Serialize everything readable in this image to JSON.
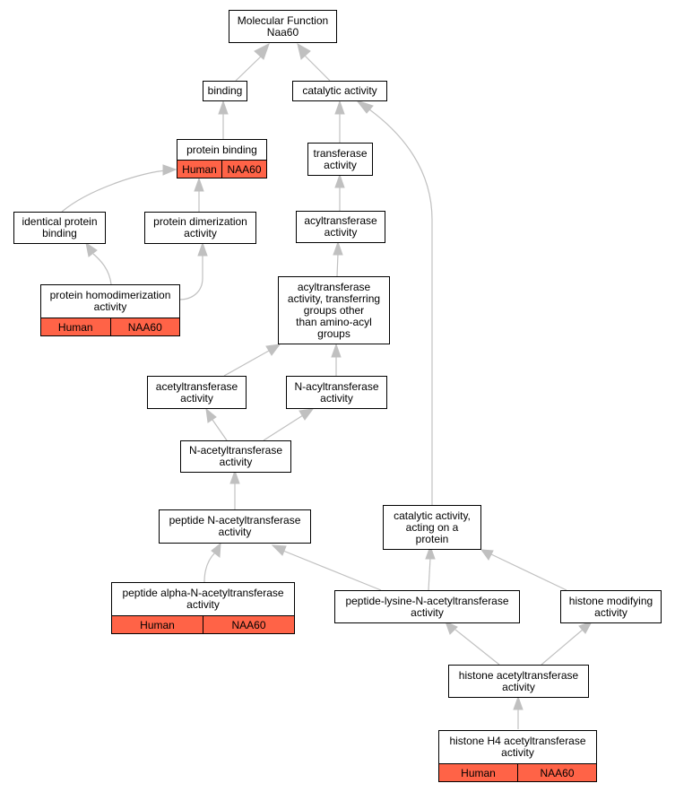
{
  "colors": {
    "annotation": "#ff6347",
    "edge": "#c0c0c0"
  },
  "nodes": {
    "mf": {
      "label": "Molecular Function\nNaa60"
    },
    "binding": {
      "label": "binding"
    },
    "catalytic": {
      "label": "catalytic activity"
    },
    "protein_binding": {
      "label": "protein binding",
      "annotation": [
        "Human",
        "NAA60"
      ]
    },
    "transferase": {
      "label": "transferase\nactivity"
    },
    "identical_protein_binding": {
      "label": "identical protein\nbinding"
    },
    "protein_dimerization": {
      "label": "protein dimerization\nactivity"
    },
    "acyltransferase": {
      "label": "acyltransferase\nactivity"
    },
    "protein_homodimerization": {
      "label": "protein homodimerization\nactivity",
      "annotation": [
        "Human",
        "NAA60"
      ]
    },
    "acyltransferase_other": {
      "label": "acyltransferase\nactivity, transferring\ngroups other\nthan amino-acyl\ngroups"
    },
    "acetyltransferase": {
      "label": "acetyltransferase\nactivity"
    },
    "n_acyltransferase": {
      "label": "N-acyltransferase\nactivity"
    },
    "n_acetyltransferase": {
      "label": "N-acetyltransferase\nactivity"
    },
    "catalytic_protein": {
      "label": "catalytic activity,\nacting on a\nprotein"
    },
    "peptide_n_acetyltransferase": {
      "label": "peptide N-acetyltransferase\nactivity"
    },
    "peptide_alpha": {
      "label": "peptide alpha-N-acetyltransferase\nactivity",
      "annotation": [
        "Human",
        "NAA60"
      ]
    },
    "peptide_lysine": {
      "label": "peptide-lysine-N-acetyltransferase\nactivity"
    },
    "histone_modifying": {
      "label": "histone modifying\nactivity"
    },
    "histone_acetyltransferase": {
      "label": "histone acetyltransferase\nactivity"
    },
    "histone_h4": {
      "label": "histone H4 acetyltransferase\nactivity",
      "annotation": [
        "Human",
        "NAA60"
      ]
    }
  }
}
